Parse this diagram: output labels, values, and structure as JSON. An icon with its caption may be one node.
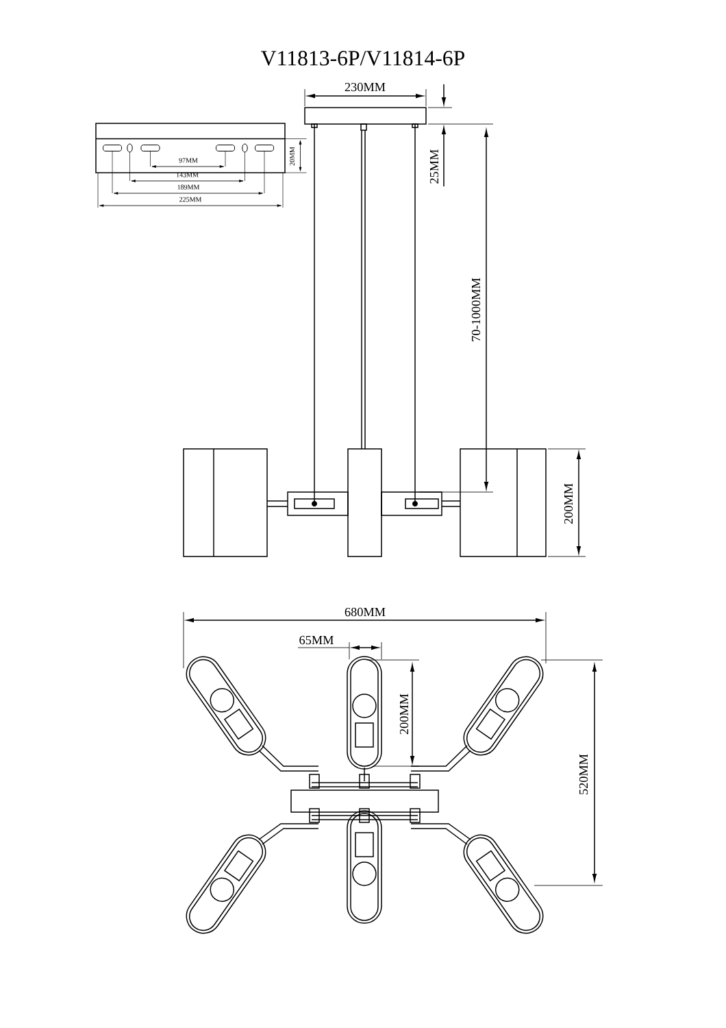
{
  "diagram": {
    "title": "V11813-6P/V11814-6P",
    "labels": [
      "230MM",
      "97MM",
      "143MM",
      "189MM",
      "225MM",
      "20MM",
      "25MM",
      "70-1000MM",
      "200MM",
      "680MM",
      "65MM",
      "200MM",
      "520MM"
    ]
  }
}
